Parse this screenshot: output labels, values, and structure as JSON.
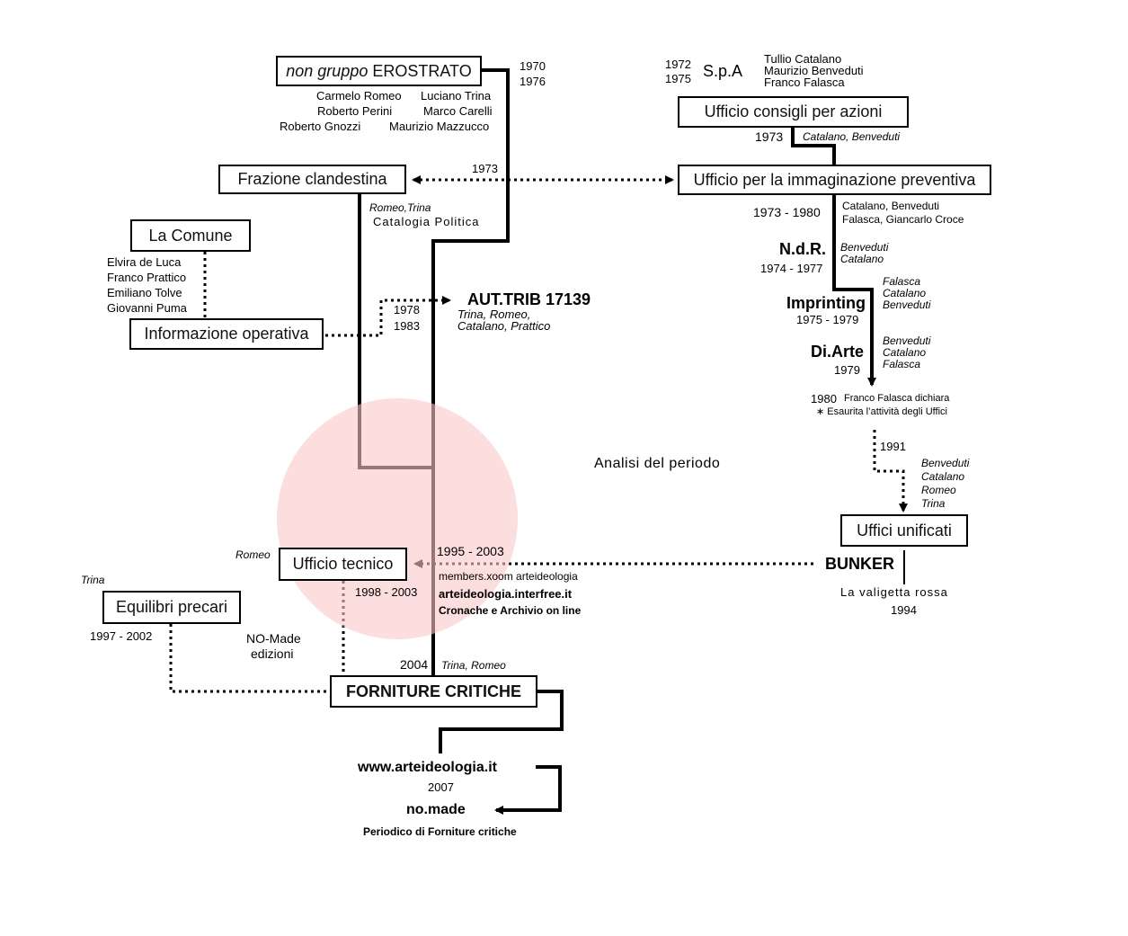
{
  "groups": {
    "erostrato": {
      "label_italic": "non gruppo",
      "label_rest": "EROSTRATO",
      "years": [
        "1970",
        "1976"
      ],
      "members_left": [
        "Carmelo Romeo",
        "Roberto Perini",
        "Roberto Gnozzi"
      ],
      "members_right": [
        "Luciano Trina",
        "Marco Carelli",
        "Maurizio Mazzucco"
      ]
    },
    "spa": {
      "label": "S.p.A",
      "years": [
        "1972",
        "1975"
      ],
      "members": [
        "Tullio Catalano",
        "Maurizio Benveduti",
        "Franco Falasca"
      ]
    },
    "ufficio_consigli": {
      "label": "Ufficio consigli per azioni",
      "year": "1973",
      "members": "Catalano, Benveduti"
    },
    "frazione": {
      "label": "Frazione clandestina",
      "year": "1973",
      "members": "Romeo,Trina",
      "catalogia": "Catalogia Politica"
    },
    "ufficio_immaginazione": {
      "label": "Ufficio per la immaginazione preventiva",
      "years": "1973 - 1980",
      "members": [
        "Catalano, Benveduti",
        "Falasca, Giancarlo Croce"
      ]
    },
    "la_comune": {
      "label": "La Comune",
      "members": [
        "Elvira de Luca",
        "Franco Prattico",
        "Emiliano Tolve",
        "Giovanni Puma"
      ]
    },
    "info_operativa": {
      "label": "Informazione operativa",
      "years": [
        "1978",
        "1983"
      ]
    },
    "aut_trib": {
      "label": "AUT.TRIB 17139",
      "members": [
        "Trina, Romeo,",
        "Catalano, Prattico"
      ]
    },
    "ndr": {
      "label": "N.d.R.",
      "years": "1974 - 1977",
      "members": [
        "Benveduti",
        "Catalano"
      ]
    },
    "imprinting": {
      "label": "Imprinting",
      "years": "1975 - 1979",
      "members": [
        "Falasca",
        "Catalano",
        "Benveduti"
      ]
    },
    "diarte": {
      "label": "Di.Arte",
      "year": "1979",
      "members": [
        "Benveduti",
        "Catalano",
        "Falasca"
      ]
    },
    "falasca_note": {
      "year": "1980",
      "line1": "Franco Falasca dichiara",
      "line2": "∗ Esaurita l’attività degli Uffici"
    },
    "analisi": {
      "label": "Analisi del periodo"
    },
    "uffici_unificati": {
      "label": "Uffici unificati",
      "year": "1991",
      "members": [
        "Benveduti",
        "Catalano",
        "Romeo",
        "Trina"
      ]
    },
    "bunker": {
      "label": "BUNKER",
      "subtitle": "La valigetta rossa",
      "year": "1994"
    },
    "ufficio_tecnico": {
      "label": "Ufficio tecnico",
      "member": "Romeo",
      "years": "1995 - 2003",
      "years2": "1998 - 2003",
      "links": [
        "members.xoom arteideologia",
        "arteideologia.interfree.it",
        "Cronache e Archivio on line"
      ]
    },
    "equilibri": {
      "label": "Equilibri precari",
      "member": "Trina",
      "years": "1997 - 2002"
    },
    "nomade_edizioni": {
      "line1": "NO-Made",
      "line2": "edizioni"
    },
    "forniture": {
      "label": "FORNITURE CRITICHE",
      "year": "2004",
      "members": "Trina, Romeo"
    },
    "website": {
      "label": "www.arteideologia.it",
      "year": "2007"
    },
    "nomade": {
      "label": "no.made",
      "subtitle": "Periodico di Forniture critiche"
    }
  }
}
